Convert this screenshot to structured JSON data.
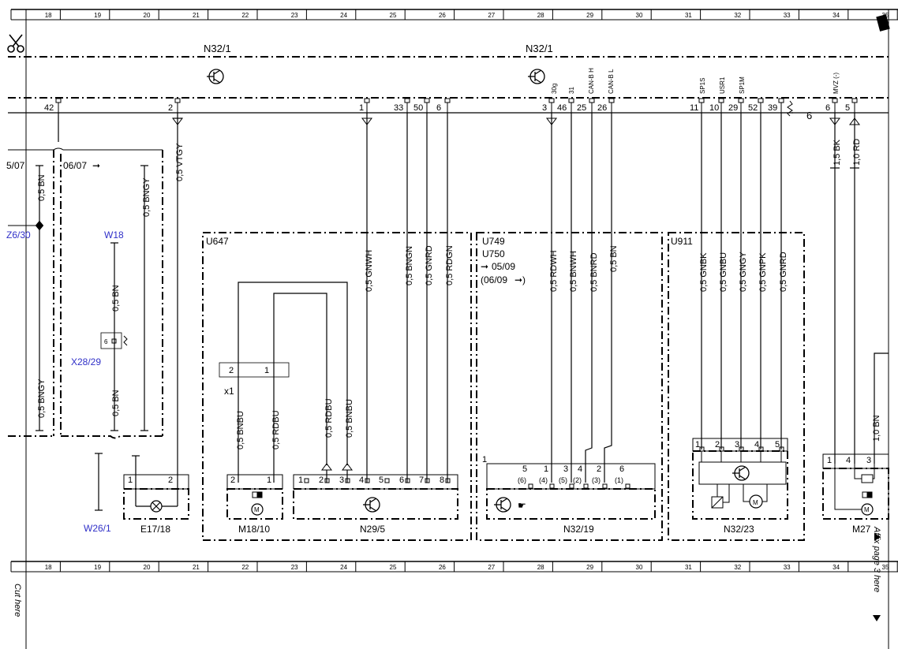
{
  "ruler": {
    "columns": [
      "18",
      "19",
      "20",
      "21",
      "22",
      "23",
      "24",
      "25",
      "26",
      "27",
      "28",
      "29",
      "30",
      "31",
      "32",
      "33",
      "34",
      "35"
    ]
  },
  "header": {
    "left_unit": "N32/1",
    "right_unit": "N32/1"
  },
  "pins_top": {
    "p42": "42",
    "p2": "2",
    "p1": "1",
    "p33": "33",
    "p50": "50",
    "p6": "6",
    "p3": "3",
    "p46": "46",
    "p25": "25",
    "p26": "26",
    "p11": "11",
    "p10": "10",
    "p29": "29",
    "p52": "52",
    "p39": "39",
    "p6b": "6",
    "p5b": "5",
    "six_side": "6"
  },
  "pin_tags": {
    "t30g": "30g",
    "t31": "31",
    "tcanh": "CAN-B H",
    "tcanl": "CAN-B L",
    "tsp1s": "SP1S",
    "tusr1": "USR1",
    "tsp1m": "SP1M",
    "tmvz": "MVZ (-)"
  },
  "wires": {
    "w_bn_left": "0,5 BN",
    "w_bngy_top": "0,5 BNGY",
    "w_vtgy": "0,5 VTGY",
    "w_bn_w18": "0,5 BN",
    "w_bngy_bottom": "0,5 BNGY",
    "w_bn_x28": "0,5 BN",
    "w_gnwh": "0,5 GNWH",
    "w_bngn": "0,5 BNGN",
    "w_gnrd": "0,5 GNRD",
    "w_rdgn": "0,5 RDGN",
    "w_rdwh": "0,5 RDWH",
    "w_bnwh": "0,5 BNWH",
    "w_bnrd": "0,5 BNRD",
    "w_bn_mid": "0,5 BN",
    "w_gnbk": "0,5 GNBK",
    "w_gnbu": "0,5 GNBU",
    "w_gngy": "0,5 GNGY",
    "w_gnpk": "0,5 GNPK",
    "w_gnrd2": "0,5 GNRD",
    "w_bk15": "1,5 BK",
    "w_rd10": "1,0 RD",
    "w_bn10": "1,0 BN",
    "w_bnbu_m": "0,5 BNBU",
    "w_rdbu_m": "0,5 RDBU",
    "w_rdbu_n": "0,5 RDBU",
    "w_bnbu_n": "0,5 BNBU"
  },
  "labels": {
    "date_left": "5/07",
    "date_0607": "06/07",
    "z6": "Z6/30",
    "w18": "W18",
    "x28": "X28/29",
    "x28_pin": "6",
    "w26": "W26/1",
    "u647": "U647",
    "x1": "x1",
    "x1_pin2": "2",
    "x1_pin1": "1",
    "u749": "U749",
    "u750": "U750",
    "d0509": "05/09",
    "d0609": "(06/09",
    "u911": "U911",
    "n3219_one": "1"
  },
  "components": {
    "e1718": {
      "name": "E17/18",
      "pins": [
        "1",
        "2"
      ]
    },
    "m1810": {
      "name": "M18/10",
      "pins": [
        "2",
        "1"
      ]
    },
    "n295": {
      "name": "N29/5",
      "pins": [
        "1",
        "2",
        "3",
        "4",
        "5",
        "6",
        "7",
        "8"
      ]
    },
    "n3219": {
      "name": "N32/19",
      "pins_top": [
        "5",
        "1",
        "3",
        "4",
        "2",
        "6"
      ],
      "pins_sub": [
        "(6)",
        "(4)",
        "(5)",
        "(2)",
        "(3)",
        "(1)"
      ]
    },
    "n3223": {
      "name": "N32/23",
      "pins": [
        "1",
        "2",
        "3",
        "4",
        "5"
      ]
    },
    "m27": {
      "name": "M27",
      "pins": [
        "1",
        "4",
        "3"
      ]
    }
  },
  "footer": {
    "cut_here": "Cut here",
    "affix": "Affix page 3 here"
  }
}
